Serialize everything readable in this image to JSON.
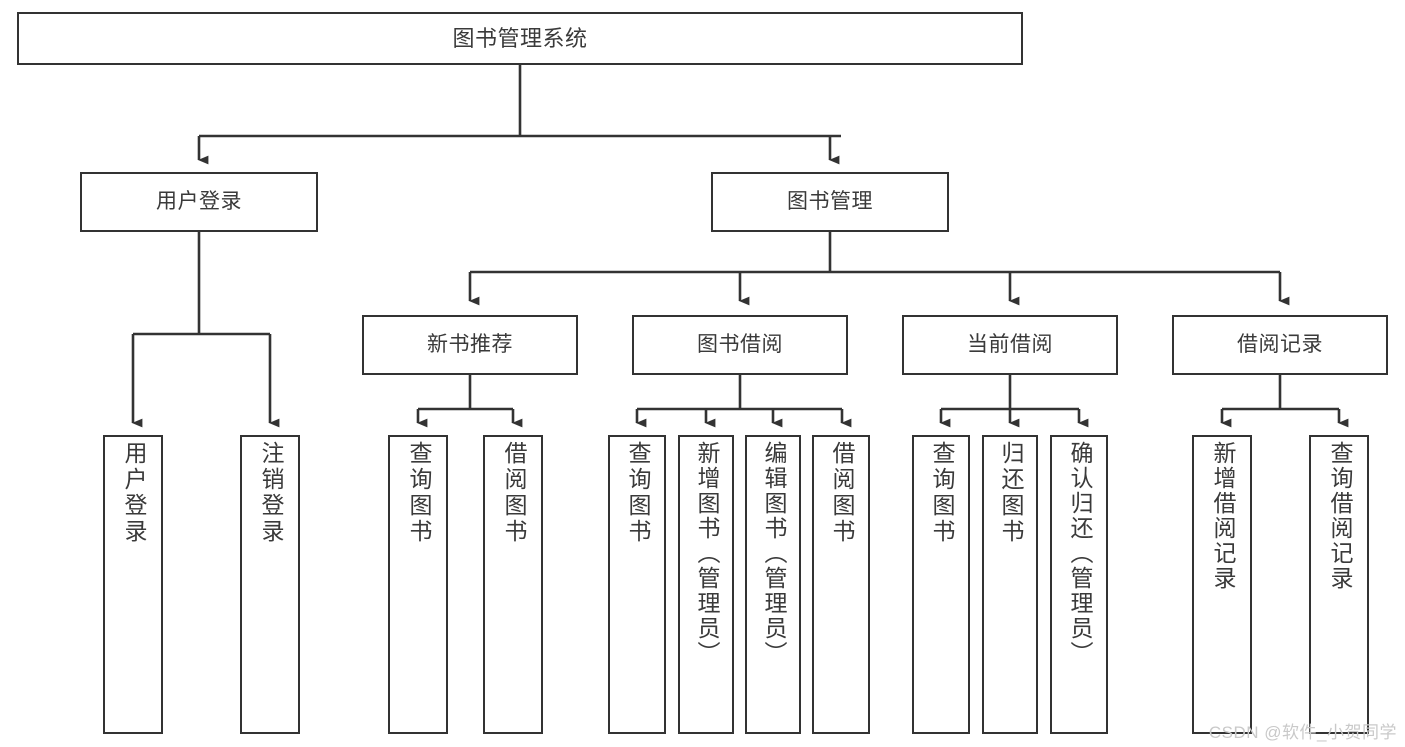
{
  "diagram": {
    "title": "图书管理系统",
    "type": "功能结构图",
    "root": {
      "label": "图书管理系统"
    },
    "level2": [
      {
        "label": "用户登录"
      },
      {
        "label": "图书管理"
      }
    ],
    "level3": [
      {
        "label": "新书推荐"
      },
      {
        "label": "图书借阅"
      },
      {
        "label": "当前借阅"
      },
      {
        "label": "借阅记录"
      }
    ],
    "leaves": {
      "user_login": [
        {
          "label": "用户登录"
        },
        {
          "label": "注销登录"
        }
      ],
      "new_book_recommend": [
        {
          "label": "查询图书"
        },
        {
          "label": "借阅图书"
        }
      ],
      "book_borrow": [
        {
          "label": "查询图书"
        },
        {
          "label": "新增图书（管理员）"
        },
        {
          "label": "编辑图书（管理员）"
        },
        {
          "label": "借阅图书"
        }
      ],
      "current_borrow": [
        {
          "label": "查询图书"
        },
        {
          "label": "归还图书"
        },
        {
          "label": "确认归还（管理员）"
        }
      ],
      "borrow_record": [
        {
          "label": "新增借阅记录"
        },
        {
          "label": "查询借阅记录"
        }
      ]
    }
  },
  "watermark": {
    "text": "CSDN @软件_小贺同学"
  },
  "colors": {
    "box_border": "#333333",
    "box_fill": "#ffffff",
    "text": "#3a3a3a",
    "connector": "#333333",
    "watermark": "#c9c9c9",
    "background": "#ffffff"
  }
}
